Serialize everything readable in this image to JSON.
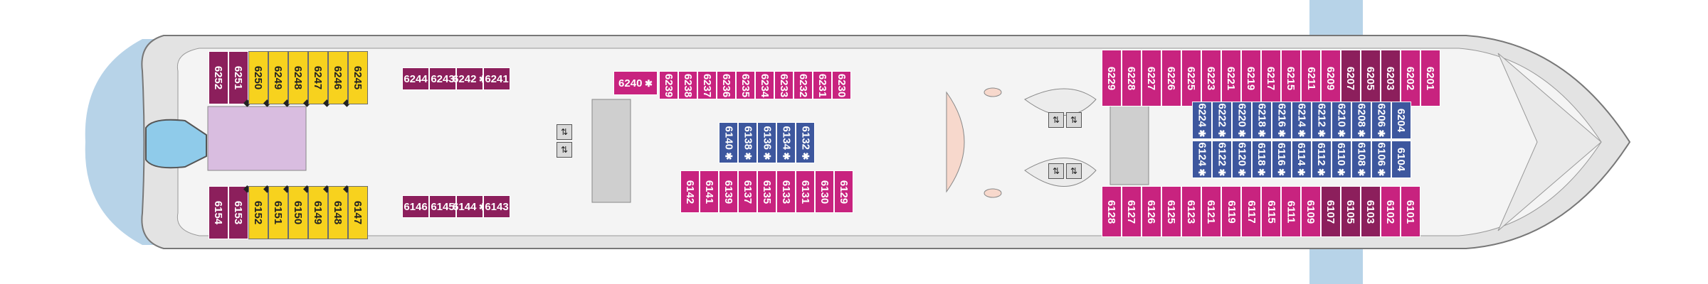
{
  "title": "",
  "colors": {
    "yellow": "#f7d21e",
    "magenta": "#c8237f",
    "purple": "#8c1f5c",
    "blue": "#3d579e",
    "hull": "#e3e3e3",
    "deck": "#f1f1f1",
    "water": "#b7d3e8",
    "spa": "#d9bde0"
  },
  "icons": {
    "lift": "elevator-icon",
    "stairs": "stairs-icon",
    "wheelchair": "wheelchair-icon",
    "star": "star-icon",
    "diamond": "diamond-icon"
  },
  "cabins": {
    "aft_top": [
      {
        "n": "6252",
        "c": "purple"
      },
      {
        "n": "6251",
        "c": "purple",
        "d": true
      },
      {
        "n": "6250",
        "c": "yellow",
        "d": true
      },
      {
        "n": "6249",
        "c": "yellow",
        "d": true
      },
      {
        "n": "6248",
        "c": "yellow",
        "d": true
      },
      {
        "n": "6247",
        "c": "yellow",
        "d": true
      },
      {
        "n": "6246",
        "c": "yellow",
        "d": true
      },
      {
        "n": "6245",
        "c": "yellow"
      }
    ],
    "aft_bot": [
      {
        "n": "6154",
        "c": "purple"
      },
      {
        "n": "6153",
        "c": "purple",
        "d": true
      },
      {
        "n": "6152",
        "c": "yellow",
        "d": true
      },
      {
        "n": "6151",
        "c": "yellow",
        "d": true
      },
      {
        "n": "6150",
        "c": "yellow",
        "d": true
      },
      {
        "n": "6149",
        "c": "yellow",
        "d": true
      },
      {
        "n": "6148",
        "c": "yellow",
        "d": true
      },
      {
        "n": "6147",
        "c": "yellow"
      }
    ],
    "mid_top_h": [
      {
        "n": "6244",
        "c": "purple"
      },
      {
        "n": "6243",
        "c": "purple"
      },
      {
        "n": "6242",
        "c": "purple",
        "s": true
      },
      {
        "n": "6241",
        "c": "purple"
      }
    ],
    "mid_bot_h": [
      {
        "n": "6146",
        "c": "purple"
      },
      {
        "n": "6145",
        "c": "purple"
      },
      {
        "n": "6144",
        "c": "purple",
        "s": true
      },
      {
        "n": "6143",
        "c": "purple"
      }
    ],
    "fwd_top_mid": [
      {
        "n": "6239",
        "c": "magenta"
      },
      {
        "n": "6238",
        "c": "magenta"
      },
      {
        "n": "6237",
        "c": "magenta"
      },
      {
        "n": "6236",
        "c": "magenta"
      },
      {
        "n": "6235",
        "c": "magenta"
      },
      {
        "n": "6234",
        "c": "magenta"
      },
      {
        "n": "6233",
        "c": "magenta"
      },
      {
        "n": "6232",
        "c": "magenta"
      },
      {
        "n": "6231",
        "c": "magenta"
      },
      {
        "n": "6230",
        "c": "magenta"
      }
    ],
    "wide_6240": {
      "n": "6240",
      "c": "magenta",
      "s": true
    },
    "fwd_bot_mid": [
      {
        "n": "6142",
        "c": "magenta"
      },
      {
        "n": "6141",
        "c": "magenta"
      },
      {
        "n": "6139",
        "c": "magenta"
      },
      {
        "n": "6137",
        "c": "magenta"
      },
      {
        "n": "6135",
        "c": "magenta"
      },
      {
        "n": "6133",
        "c": "magenta"
      },
      {
        "n": "6131",
        "c": "magenta"
      },
      {
        "n": "6130",
        "c": "magenta"
      },
      {
        "n": "6129",
        "c": "magenta"
      }
    ],
    "inner_mid": [
      {
        "n": "6140",
        "c": "blue",
        "s": true
      },
      {
        "n": "6138",
        "c": "blue",
        "s": true
      },
      {
        "n": "6136",
        "c": "blue",
        "s": true
      },
      {
        "n": "6134",
        "c": "blue",
        "s": true
      },
      {
        "n": "6132",
        "c": "blue",
        "s": true
      }
    ],
    "fwd_top": [
      {
        "n": "6229",
        "c": "magenta"
      },
      {
        "n": "6228",
        "c": "magenta"
      },
      {
        "n": "6227",
        "c": "magenta"
      },
      {
        "n": "6226",
        "c": "magenta"
      },
      {
        "n": "6225",
        "c": "magenta"
      },
      {
        "n": "6223",
        "c": "magenta"
      },
      {
        "n": "6221",
        "c": "magenta"
      },
      {
        "n": "6219",
        "c": "magenta"
      },
      {
        "n": "6217",
        "c": "magenta"
      },
      {
        "n": "6215",
        "c": "magenta"
      },
      {
        "n": "6211",
        "c": "magenta"
      },
      {
        "n": "6209",
        "c": "magenta"
      },
      {
        "n": "6207",
        "c": "purple"
      },
      {
        "n": "6205",
        "c": "purple"
      },
      {
        "n": "6203",
        "c": "purple"
      },
      {
        "n": "6202",
        "c": "magenta"
      },
      {
        "n": "6201",
        "c": "magenta"
      }
    ],
    "fwd_bot": [
      {
        "n": "6128",
        "c": "magenta"
      },
      {
        "n": "6127",
        "c": "magenta"
      },
      {
        "n": "6126",
        "c": "magenta"
      },
      {
        "n": "6125",
        "c": "magenta"
      },
      {
        "n": "6123",
        "c": "magenta"
      },
      {
        "n": "6121",
        "c": "magenta"
      },
      {
        "n": "6119",
        "c": "magenta"
      },
      {
        "n": "6117",
        "c": "magenta"
      },
      {
        "n": "6115",
        "c": "magenta"
      },
      {
        "n": "6111",
        "c": "magenta"
      },
      {
        "n": "6109",
        "c": "magenta"
      },
      {
        "n": "6107",
        "c": "purple"
      },
      {
        "n": "6105",
        "c": "purple"
      },
      {
        "n": "6103",
        "c": "purple"
      },
      {
        "n": "6102",
        "c": "magenta"
      },
      {
        "n": "6101",
        "c": "magenta"
      }
    ],
    "inner_fwd_top": [
      {
        "n": "6224",
        "c": "blue",
        "s": true
      },
      {
        "n": "6222",
        "c": "blue",
        "s": true
      },
      {
        "n": "6220",
        "c": "blue",
        "s": true
      },
      {
        "n": "6218",
        "c": "blue",
        "s": true
      },
      {
        "n": "6216",
        "c": "blue",
        "s": true
      },
      {
        "n": "6214",
        "c": "blue",
        "s": true
      },
      {
        "n": "6212",
        "c": "blue",
        "s": true
      },
      {
        "n": "6210",
        "c": "blue",
        "s": true
      },
      {
        "n": "6208",
        "c": "blue",
        "s": true
      },
      {
        "n": "6206",
        "c": "blue",
        "s": true
      },
      {
        "n": "6204",
        "c": "blue"
      }
    ],
    "inner_fwd_bot": [
      {
        "n": "6124",
        "c": "blue",
        "s": true
      },
      {
        "n": "6122",
        "c": "blue",
        "s": true
      },
      {
        "n": "6120",
        "c": "blue",
        "s": true
      },
      {
        "n": "6118",
        "c": "blue",
        "s": true
      },
      {
        "n": "6116",
        "c": "blue",
        "s": true
      },
      {
        "n": "6114",
        "c": "blue",
        "s": true
      },
      {
        "n": "6112",
        "c": "blue",
        "s": true
      },
      {
        "n": "6110",
        "c": "blue",
        "s": true
      },
      {
        "n": "6108",
        "c": "blue",
        "s": true
      },
      {
        "n": "6106",
        "c": "blue",
        "s": true
      },
      {
        "n": "6104",
        "c": "blue"
      }
    ]
  },
  "star_glyph": "✱",
  "diamond_glyph": "◆"
}
